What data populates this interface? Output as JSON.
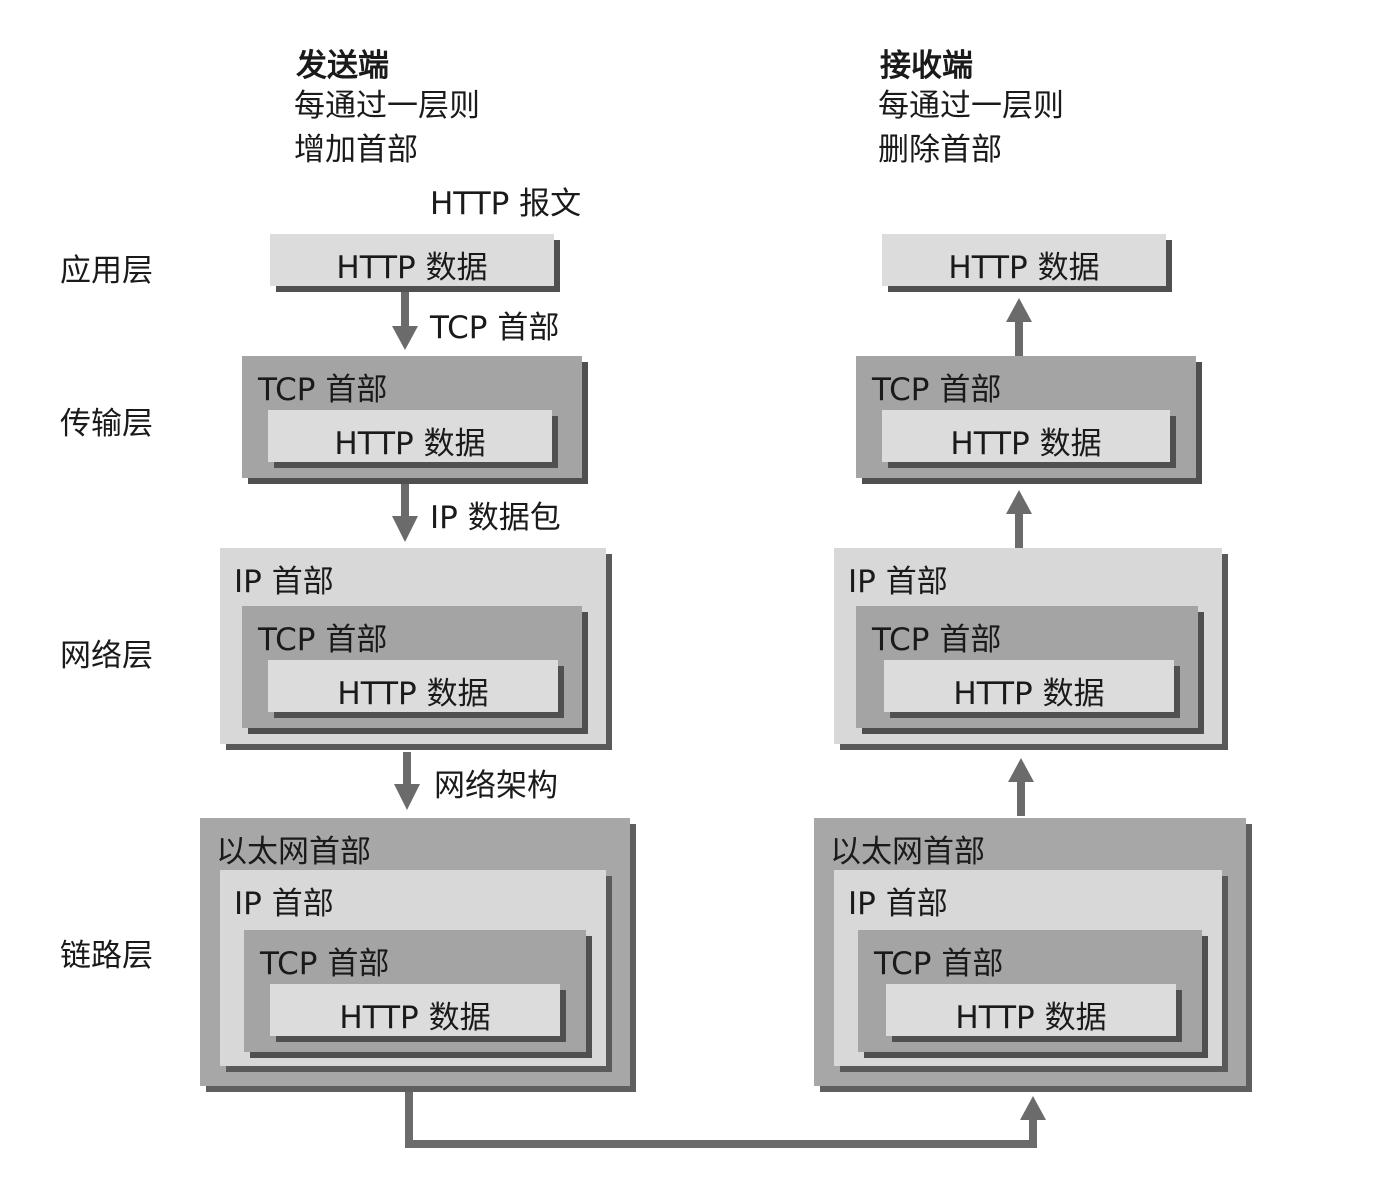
{
  "sender": {
    "title": "发送端",
    "desc_line1": "每通过一层则",
    "desc_line2": "增加首部"
  },
  "receiver": {
    "title": "接收端",
    "desc_line1": "每通过一层则",
    "desc_line2": "删除首部"
  },
  "layers": {
    "application": "应用层",
    "transport": "传输层",
    "network": "网络层",
    "link": "链路层"
  },
  "arrow_labels": {
    "http_message": "HTTP 报文",
    "tcp_header": "TCP 首部",
    "ip_packet": "IP 数据包",
    "network_arch": "网络架构"
  },
  "box_text": {
    "http_data": "HTTP 数据",
    "tcp_header": "TCP 首部",
    "ip_header": "IP 首部",
    "eth_header": "以太网首部"
  },
  "colors": {
    "dark_gray": "#a4a4a4",
    "light_gray": "#d8d8d8",
    "arrow": "#6b6b6b"
  }
}
